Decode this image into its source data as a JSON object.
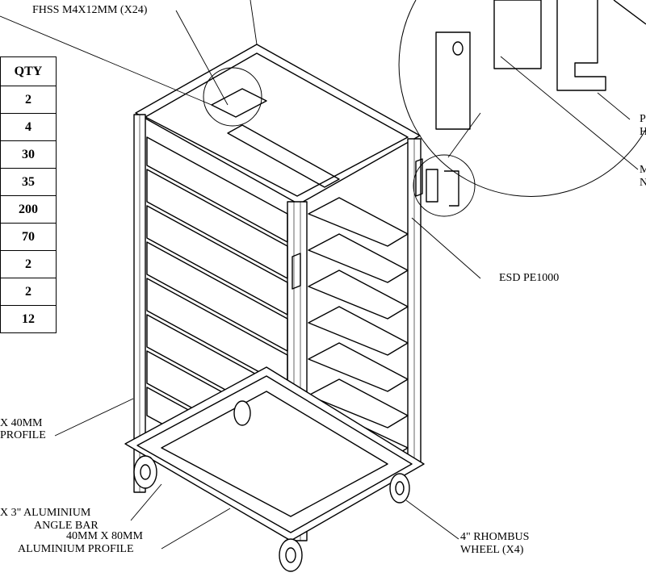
{
  "table": {
    "header": "QTY",
    "rows": [
      "2",
      "4",
      "30",
      "35",
      "200",
      "70",
      "2",
      "2",
      "12"
    ]
  },
  "callouts": {
    "screw": "FHSS M4X12MM (X24)",
    "esd": "ESD PE1000",
    "profile_small_1": "X 40MM",
    "profile_small_2": "PROFILE",
    "angle_1": "X 3\" ALUMINIUM",
    "angle_2": "ANGLE BAR",
    "profile_large_1": "40MM X 80MM",
    "profile_large_2": "ALUMINIUM PROFILE",
    "wheel_1": "4\" RHOMBUS",
    "wheel_2": "WHEEL (X4)",
    "right_p": "P",
    "right_h": "H",
    "right_m": "M",
    "right_n": "N"
  }
}
